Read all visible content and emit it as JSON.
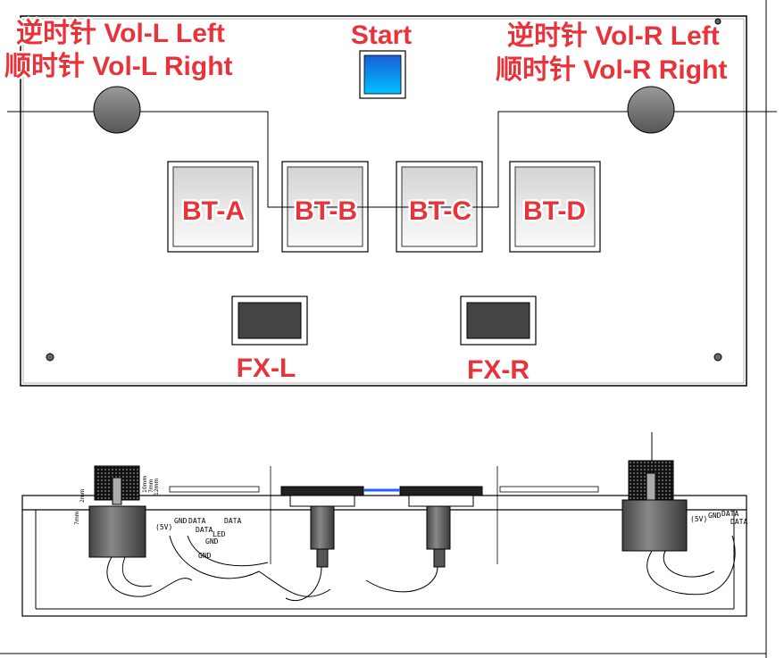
{
  "top_left": {
    "line1": "逆时针 Vol-L Left",
    "line2": "顺时针 Vol-L Right"
  },
  "top_right": {
    "line1": "逆时针 Vol-R Left",
    "line2": "顺时针 Vol-R Right"
  },
  "start_label": "Start",
  "buttons": [
    "BT-A",
    "BT-B",
    "BT-C",
    "BT-D"
  ],
  "fx": [
    "FX-L",
    "FX-R"
  ],
  "wires_left_pot": [
    "(5V)",
    "GND",
    "DATA",
    "DATA"
  ],
  "wires_left_button": [
    "LED",
    "GND",
    "GND",
    "DATA"
  ],
  "wires_right_pot": [
    "(5V)",
    "GND",
    "DATA",
    "DATA"
  ],
  "dimensions": [
    "10mm",
    "7mm",
    "12mm",
    "2mm",
    "7mm"
  ],
  "colors": {
    "label": "#e8333a",
    "start_top": "#1a6fe0",
    "start_bottom": "#00b4ff"
  }
}
